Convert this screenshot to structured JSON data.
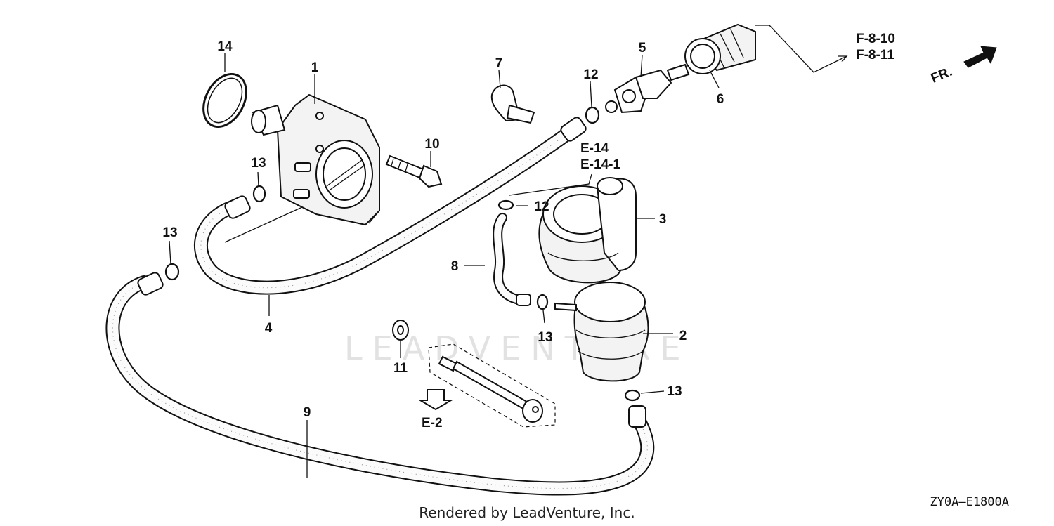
{
  "diagram": {
    "watermark": "LEADVENTURE",
    "credit": "Rendered by LeadVenture, Inc.",
    "diagram_code": "ZY0A—E1800A",
    "front_label": "FR.",
    "callouts": {
      "c1": "1",
      "c2": "2",
      "c3": "3",
      "c4": "4",
      "c5": "5",
      "c6": "6",
      "c7": "7",
      "c8": "8",
      "c9": "9",
      "c10": "10",
      "c11": "11",
      "c12a": "12",
      "c12b": "12",
      "c13a": "13",
      "c13b": "13",
      "c13c": "13",
      "c13d": "13",
      "c14": "14"
    },
    "references": {
      "f810": "F-8-10",
      "f811": "F-8-11",
      "e14": "E-14",
      "e141": "E-14-1",
      "e2": "E-2"
    }
  }
}
